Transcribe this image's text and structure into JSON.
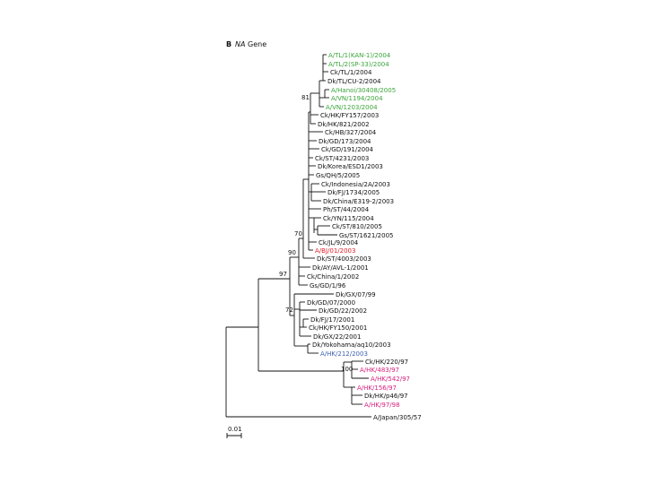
{
  "figure": {
    "panel_letter": "B",
    "title_italic": "NA",
    "title_rest": " Gene",
    "scale_label": "0.01"
  },
  "colors": {
    "black": "#111111",
    "green": "#3aa53a",
    "red": "#e0202a",
    "blue": "#3d5fb0",
    "magenta": "#d6207e"
  },
  "support_values": [
    "81",
    "70",
    "90",
    "97",
    "72",
    "100"
  ],
  "leaves": [
    {
      "label": "A/TL/1(KAN-1)/2004",
      "color": "green"
    },
    {
      "label": "A/TL/2(SP-33)/2004",
      "color": "green"
    },
    {
      "label": "Ck/TL/1/2004",
      "color": "black"
    },
    {
      "label": "Dk/TL/CU-2/2004",
      "color": "black"
    },
    {
      "label": "A/Hanoi/30408/2005",
      "color": "green"
    },
    {
      "label": "A/VN/1194/2004",
      "color": "green"
    },
    {
      "label": "A/VN/1203/2004",
      "color": "green"
    },
    {
      "label": "Ck/HK/FY157/2003",
      "color": "black"
    },
    {
      "label": "Dk/HK/821/2002",
      "color": "black"
    },
    {
      "label": "Ck/HB/327/2004",
      "color": "black"
    },
    {
      "label": "Dk/GD/173/2004",
      "color": "black"
    },
    {
      "label": "Ck/GD/191/2004",
      "color": "black"
    },
    {
      "label": "Ck/ST/4231/2003",
      "color": "black"
    },
    {
      "label": "Dk/Korea/ESD1/2003",
      "color": "black"
    },
    {
      "label": "Gs/QH/5/2005",
      "color": "black"
    },
    {
      "label": "Ck/Indonesia/2A/2003",
      "color": "black"
    },
    {
      "label": "Dk/FJ/1734/2005",
      "color": "black"
    },
    {
      "label": "Dk/China/E319-2/2003",
      "color": "black"
    },
    {
      "label": "Ph/ST/44/2004",
      "color": "black"
    },
    {
      "label": "Ck/YN/115/2004",
      "color": "black"
    },
    {
      "label": "Ck/ST/810/2005",
      "color": "black"
    },
    {
      "label": "Gs/ST/1621/2005",
      "color": "black"
    },
    {
      "label": "Ck/JL/9/2004",
      "color": "black"
    },
    {
      "label": "A/BJ/01/2003",
      "color": "red"
    },
    {
      "label": "Dk/ST/4003/2003",
      "color": "black"
    },
    {
      "label": "Dk/AY/AVL-1/2001",
      "color": "black"
    },
    {
      "label": "Ck/China/1/2002",
      "color": "black"
    },
    {
      "label": "Gs/GD/1/96",
      "color": "black"
    },
    {
      "label": "Dk/GX/07/99",
      "color": "black"
    },
    {
      "label": "Dk/GD/07/2000",
      "color": "black"
    },
    {
      "label": "Dk/GD/22/2002",
      "color": "black"
    },
    {
      "label": "Dk/FJ/17/2001",
      "color": "black"
    },
    {
      "label": "Ck/HK/FY150/2001",
      "color": "black"
    },
    {
      "label": "Dk/GX/22/2001",
      "color": "black"
    },
    {
      "label": "Dk/Yokohama/aq10/2003",
      "color": "black"
    },
    {
      "label": "A/HK/212/2003",
      "color": "blue"
    },
    {
      "label": "Ck/HK/220/97",
      "color": "black"
    },
    {
      "label": "A/HK/483/97",
      "color": "magenta"
    },
    {
      "label": "A/HK/542/97",
      "color": "magenta"
    },
    {
      "label": "A/HK/156/97",
      "color": "magenta"
    },
    {
      "label": "Dk/HK/p46/97",
      "color": "black"
    },
    {
      "label": "A/HK/97/98",
      "color": "magenta"
    },
    {
      "label": "A/Japan/305/57",
      "color": "black"
    }
  ]
}
